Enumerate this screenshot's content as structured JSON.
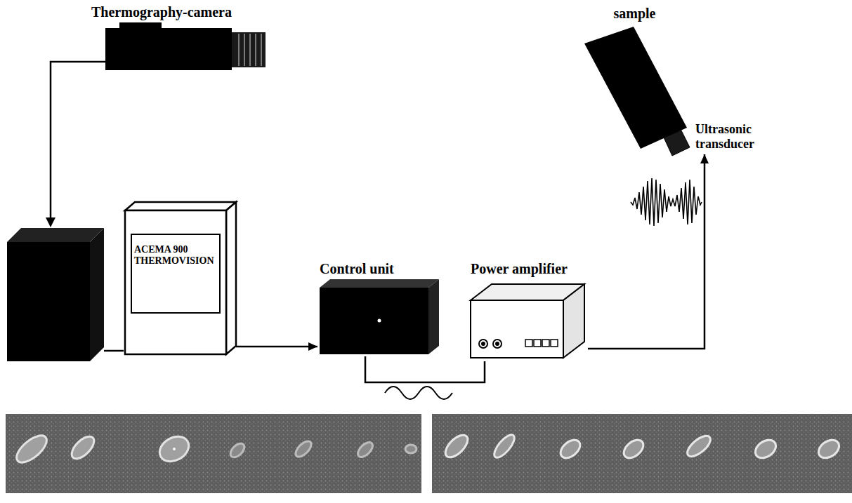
{
  "diagram": {
    "nodes": [
      {
        "text": [
          "Thermography-camera"
        ]
      },
      {
        "text": [
          "ACEMA 900 THERMOVISION"
        ]
      },
      {
        "text": [
          "Control unit"
        ]
      },
      {
        "text": [
          "Power amplifier"
        ]
      },
      {
        "text": [
          "sample"
        ]
      },
      {
        "text": [
          "Ultrasonic transducer"
        ]
      }
    ],
    "edges": [
      {
        "from": 1,
        "to": 2,
        "arrow": "to"
      },
      {
        "from": 2,
        "to": 3,
        "arrow": "none"
      },
      {
        "from": 3,
        "to": 5,
        "arrow": "to"
      }
    ]
  }
}
